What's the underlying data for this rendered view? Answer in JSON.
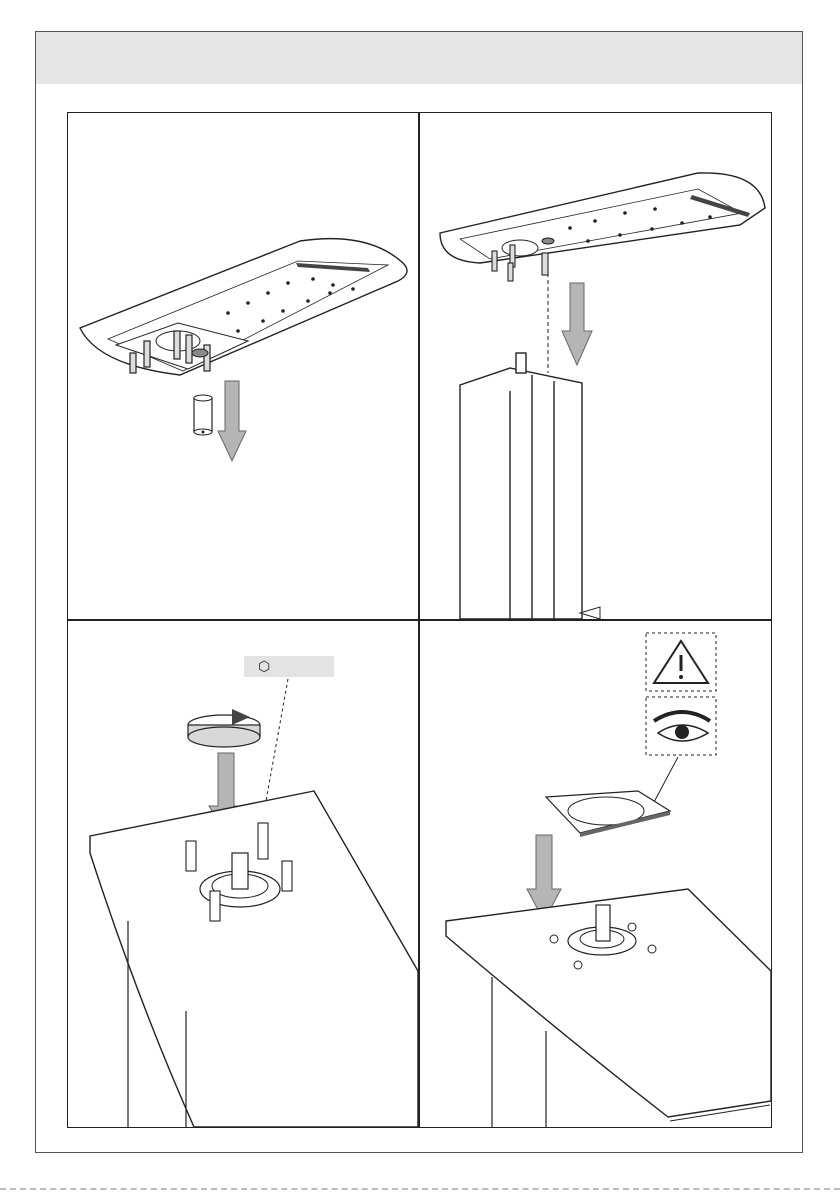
{
  "header": {
    "title": ""
  },
  "steps": [
    {
      "id": 1,
      "icons": [
        "screw-icon",
        "spacer-sleeve-icon",
        "down-arrow-icon"
      ]
    },
    {
      "id": 2,
      "icons": [
        "tabletop-icon",
        "column-icon",
        "down-arrow-icon"
      ]
    },
    {
      "id": 3,
      "icons": [
        "rotate-arrow-icon",
        "hex-key-icon",
        "bolt-icon"
      ]
    },
    {
      "id": 4,
      "icons": [
        "warning-icon",
        "eye-icon",
        "cover-ring-icon"
      ]
    }
  ],
  "tool_label": {
    "symbol": "⬡",
    "text": ""
  },
  "colors": {
    "header_band": "#e6e6e6",
    "arrow_fill": "#b5b5b5",
    "line": "#222222"
  }
}
